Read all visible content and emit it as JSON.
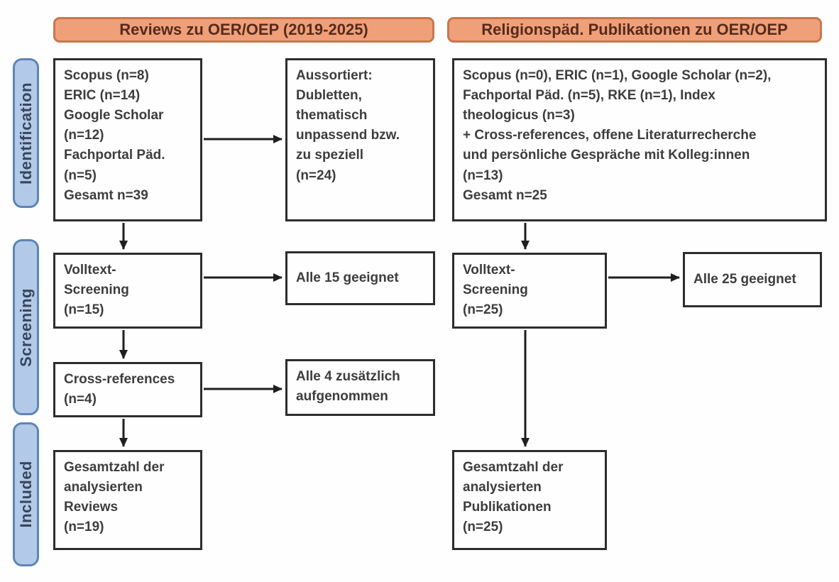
{
  "headers": {
    "left": "Reviews zu OER/OEP (2019-2025)",
    "right": "Religionspäd. Publikationen zu OER/OEP"
  },
  "stages": {
    "identification": "Identification",
    "screening": "Screening",
    "included": "Included"
  },
  "boxes": {
    "left_sources": "Scopus (n=8)\nERIC (n=14)\nGoogle Scholar\n(n=12)\nFachportal Päd.\n(n=5)\nGesamt n=39",
    "left_excluded": "Aussortiert:\nDubletten,\nthematisch\nunpassend bzw.\nzu speziell\n(n=24)",
    "right_sources": "Scopus (n=0), ERIC (n=1), Google Scholar (n=2),\nFachportal Päd. (n=5), RKE (n=1), Index\ntheologicus (n=3)\n+ Cross-references, offene Literaturrecherche\nund persönliche Gespräche mit Kolleg:innen\n(n=13)\nGesamt n=25",
    "left_fulltext": "Volltext-\nScreening\n(n=15)",
    "left_fulltext_result": "Alle 15 geeignet",
    "right_fulltext": "Volltext-\nScreening\n(n=25)",
    "right_fulltext_result": "Alle 25 geeignet",
    "left_crossref": "Cross-references\n(n=4)",
    "left_crossref_result": "Alle 4 zusätzlich\naufgenommen",
    "left_included_total": "Gesamtzahl der\nanalysierten\nReviews\n(n=19)",
    "right_included_total": "Gesamtzahl der\nanalysierten\nPublikationen\n(n=25)"
  },
  "colors": {
    "banner_fill": "#efa078",
    "banner_border": "#c9764d",
    "banner_text": "#572a1c",
    "stage_fill": "#b2c9e7",
    "stage_border": "#5d85b5",
    "stage_text": "#36465e",
    "box_border": "#2d2d2d",
    "box_text": "#3d3d3d",
    "arrow": "#1f1f1f"
  }
}
